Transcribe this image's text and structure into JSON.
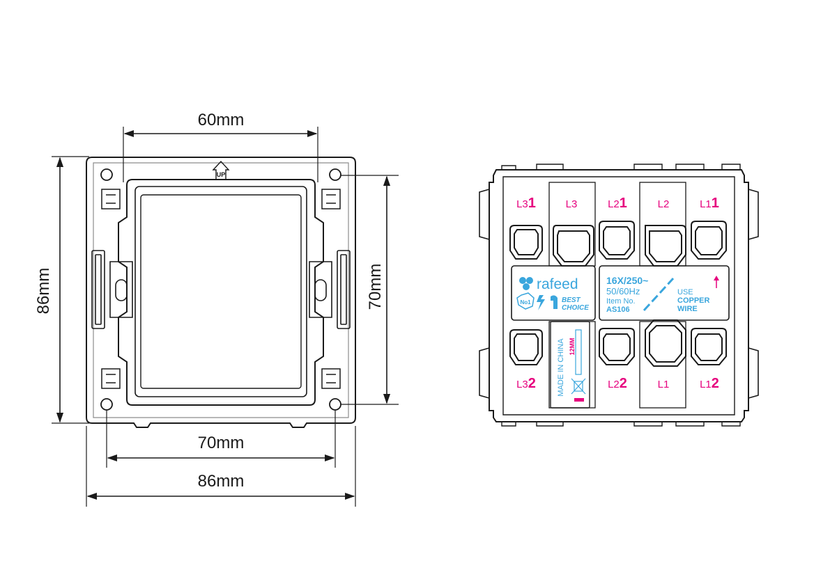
{
  "front_view": {
    "dim_top": "60mm",
    "dim_left": "86mm",
    "dim_right": "70mm",
    "dim_bottom_inner": "70mm",
    "dim_bottom_outer": "86mm",
    "up_mark": "UP"
  },
  "back_view": {
    "terminals_top": [
      {
        "prefix": "L3",
        "num": "1"
      },
      {
        "prefix": "L3",
        "num": ""
      },
      {
        "prefix": "L2",
        "num": "1"
      },
      {
        "prefix": "L2",
        "num": ""
      },
      {
        "prefix": "L1",
        "num": "1"
      }
    ],
    "terminals_bottom": [
      {
        "prefix": "L3",
        "num": "2"
      },
      {
        "prefix": "L2",
        "num": "2"
      },
      {
        "prefix": "L1",
        "num": ""
      },
      {
        "prefix": "L1",
        "num": "2"
      }
    ],
    "brand": "rafeed",
    "badge_no1": "No1",
    "best_choice_1": "BEST",
    "best_choice_2": "CHOICE",
    "rating": "16X/250~",
    "frequency": "50/60Hz",
    "item_label": "Item No.",
    "item_no": "AS106",
    "use_line": "USE",
    "copper_line": "COPPER",
    "wire_line": "WIRE",
    "made_in": "MADE IN CHINA",
    "strip_length": "12MM"
  },
  "colors": {
    "terminal_label": "#e6007e",
    "print": "#3aa6dd",
    "outline": "#1a1a1a"
  }
}
